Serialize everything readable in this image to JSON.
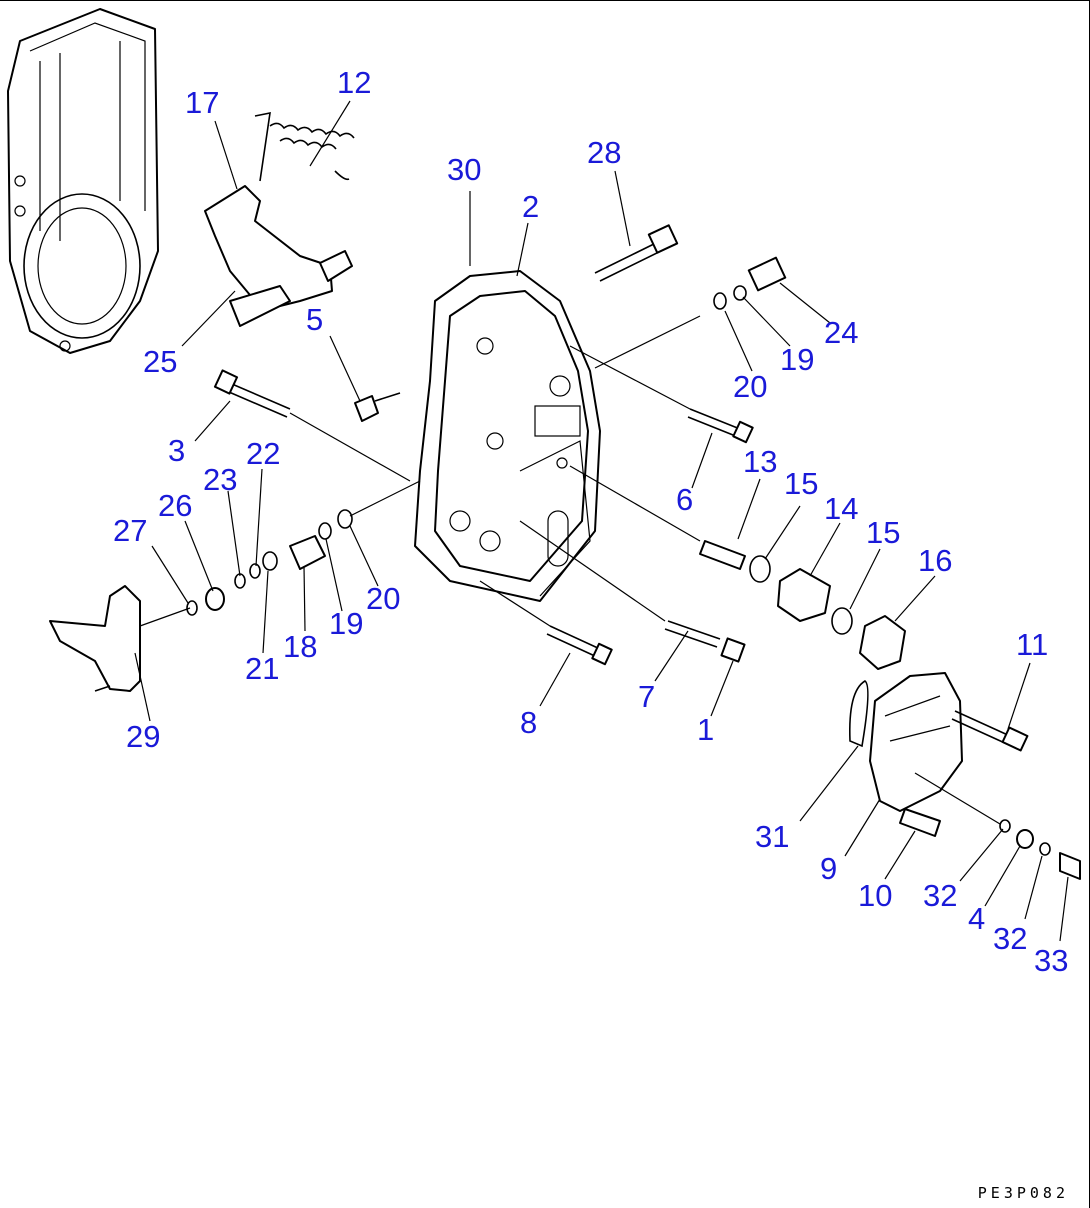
{
  "callouts": [
    {
      "id": "12",
      "text": "12"
    },
    {
      "id": "17",
      "text": "17"
    },
    {
      "id": "25",
      "text": "25"
    },
    {
      "id": "30",
      "text": "30"
    },
    {
      "id": "2",
      "text": "2"
    },
    {
      "id": "28",
      "text": "28"
    },
    {
      "id": "5",
      "text": "5"
    },
    {
      "id": "24",
      "text": "24"
    },
    {
      "id": "19a",
      "text": "19"
    },
    {
      "id": "20a",
      "text": "20"
    },
    {
      "id": "3",
      "text": "3"
    },
    {
      "id": "23",
      "text": "23"
    },
    {
      "id": "22",
      "text": "22"
    },
    {
      "id": "26",
      "text": "26"
    },
    {
      "id": "27",
      "text": "27"
    },
    {
      "id": "6",
      "text": "6"
    },
    {
      "id": "13",
      "text": "13"
    },
    {
      "id": "15a",
      "text": "15"
    },
    {
      "id": "14",
      "text": "14"
    },
    {
      "id": "15b",
      "text": "15"
    },
    {
      "id": "16",
      "text": "16"
    },
    {
      "id": "20b",
      "text": "20"
    },
    {
      "id": "19b",
      "text": "19"
    },
    {
      "id": "18",
      "text": "18"
    },
    {
      "id": "21",
      "text": "21"
    },
    {
      "id": "29",
      "text": "29"
    },
    {
      "id": "7",
      "text": "7"
    },
    {
      "id": "8",
      "text": "8"
    },
    {
      "id": "1",
      "text": "1"
    },
    {
      "id": "11",
      "text": "11"
    },
    {
      "id": "31",
      "text": "31"
    },
    {
      "id": "9",
      "text": "9"
    },
    {
      "id": "10",
      "text": "10"
    },
    {
      "id": "32a",
      "text": "32"
    },
    {
      "id": "4",
      "text": "4"
    },
    {
      "id": "32b",
      "text": "32"
    },
    {
      "id": "33",
      "text": "33"
    }
  ],
  "drawing_code": "PE3P082",
  "colors": {
    "callout": "#1a1ad8",
    "line": "#000000",
    "background": "#ffffff"
  }
}
